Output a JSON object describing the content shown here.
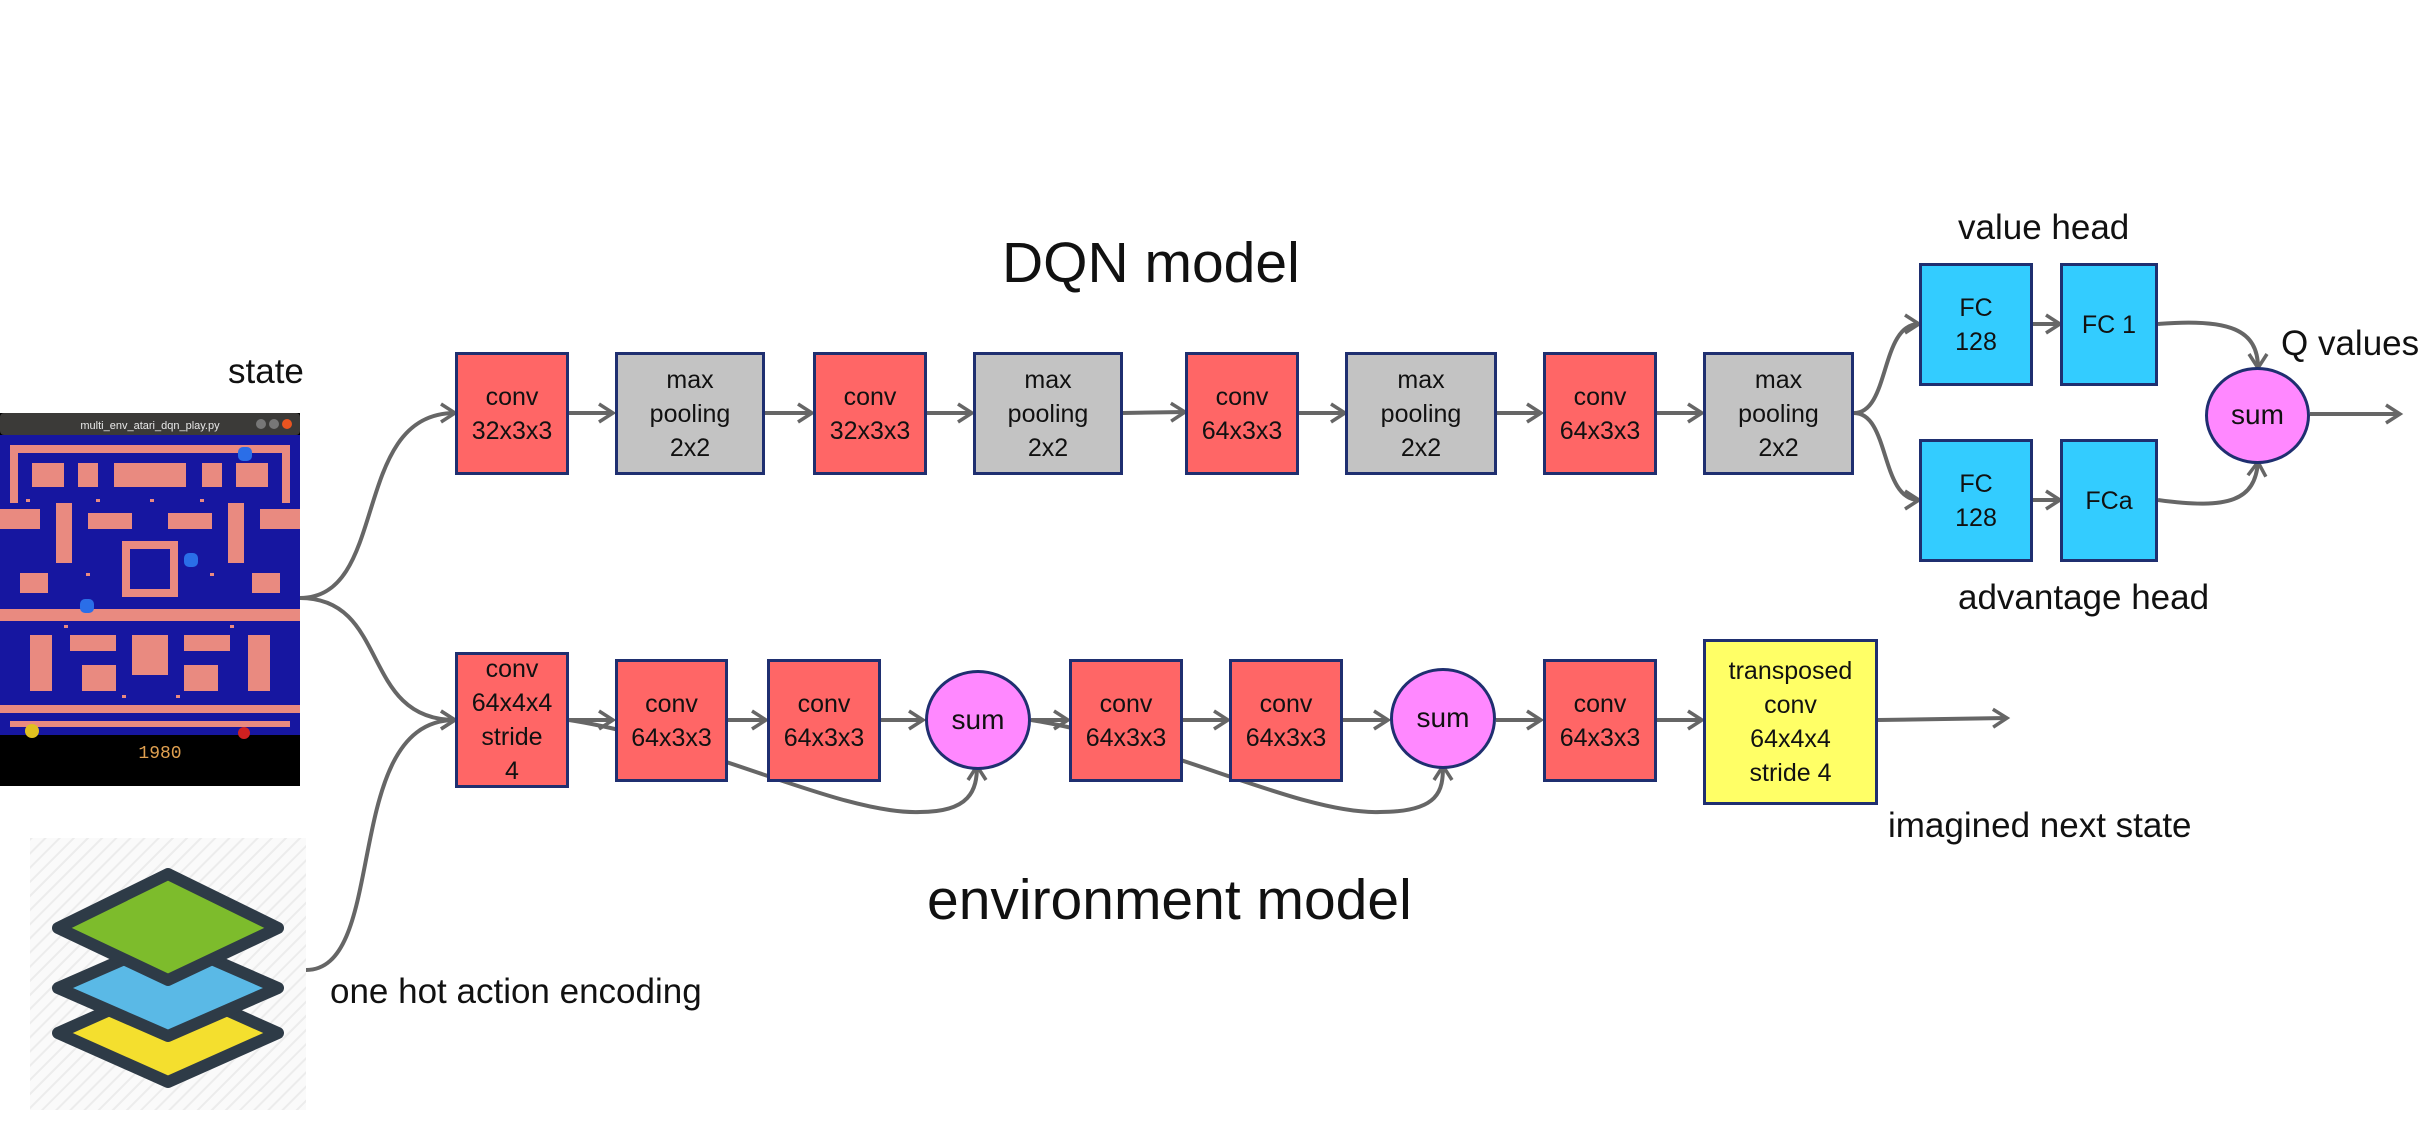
{
  "titles": {
    "dqn": "DQN model",
    "env": "environment model"
  },
  "labels": {
    "state": "state",
    "value_head": "value head",
    "advantage_head": "advantage head",
    "q_values": "Q values",
    "imagined_next_state": "imagined next state",
    "one_hot_action": "one hot action encoding"
  },
  "game": {
    "window_title": "multi_env_atari_dqn_play.py",
    "score": "1980"
  },
  "dqn_nodes": [
    {
      "text": "conv\n32x3x3"
    },
    {
      "text": "max\npooling\n2x2"
    },
    {
      "text": "conv\n32x3x3"
    },
    {
      "text": "max\npooling\n2x2"
    },
    {
      "text": "conv\n64x3x3"
    },
    {
      "text": "max\npooling\n2x2"
    },
    {
      "text": "conv\n64x3x3"
    },
    {
      "text": "max\npooling\n2x2"
    }
  ],
  "value_head": [
    {
      "text": "FC\n128"
    },
    {
      "text": "FC 1"
    }
  ],
  "advantage_head": [
    {
      "text": "FC\n128"
    },
    {
      "text": "FCa"
    }
  ],
  "q_sum": "sum",
  "env_nodes": [
    {
      "text": "conv\n64x4x4\nstride\n4"
    },
    {
      "text": "conv\n64x3x3"
    },
    {
      "text": "conv\n64x3x3"
    },
    {
      "text": "sum"
    },
    {
      "text": "conv\n64x3x3"
    },
    {
      "text": "conv\n64x3x3"
    },
    {
      "text": "sum"
    },
    {
      "text": "conv\n64x3x3"
    },
    {
      "text": "transposed\nconv\n64x4x4\nstride 4"
    }
  ],
  "colors": {
    "conv": "#ff6666",
    "pool": "#c3c3c3",
    "fc": "#33ccff",
    "sum": "#ff88ff",
    "transposed": "#ffff66",
    "border": "#1f2f70",
    "arrow": "#666666"
  }
}
